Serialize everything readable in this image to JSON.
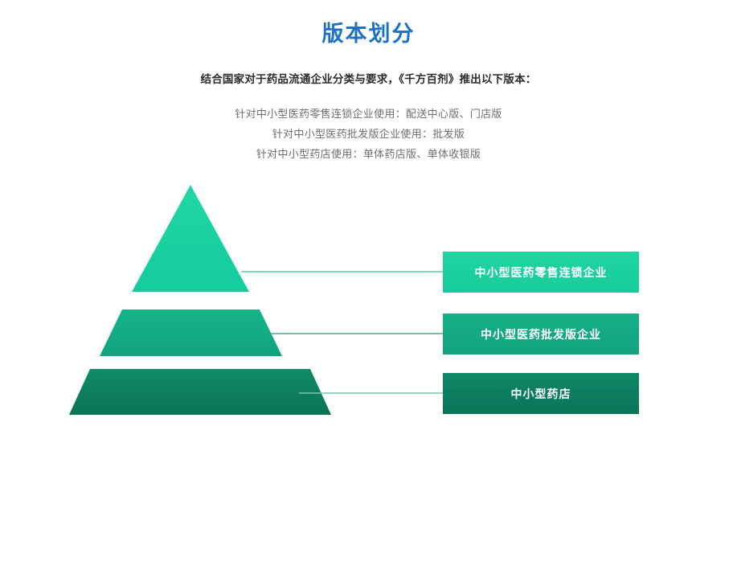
{
  "header": {
    "title": "版本划分",
    "subtitle": "结合国家对于药品流通企业分类与要求，《千方百剂》推出以下版本：",
    "description_lines": [
      "针对中小型医药零售连锁企业使用：配送中心版、门店版",
      "针对中小型医药批发版企业使用：批发版",
      "针对中小型药店使用：单体药店版、单体收银版"
    ]
  },
  "diagram": {
    "type": "pyramid",
    "tiers": [
      {
        "level": 1,
        "label": "配送中心版",
        "target": "中小型医药零售连锁企业",
        "color": "#1ad2a0"
      },
      {
        "level": 2,
        "label": "批发版",
        "target": "中小型医药批发版企业",
        "color": "#14ab84"
      },
      {
        "level": 3,
        "label": "单体药店版",
        "target": "中小型药店",
        "color": "#0c7f5f"
      }
    ],
    "connector_color": "#56c9a8"
  },
  "colors": {
    "title": "#1d72c8",
    "subtitle": "#2b2b2b",
    "body_text": "#6d6d6d",
    "background": "#ffffff",
    "accent_light": "#21d5a1",
    "accent_mid": "#16b088",
    "accent_dark": "#0e8765"
  }
}
